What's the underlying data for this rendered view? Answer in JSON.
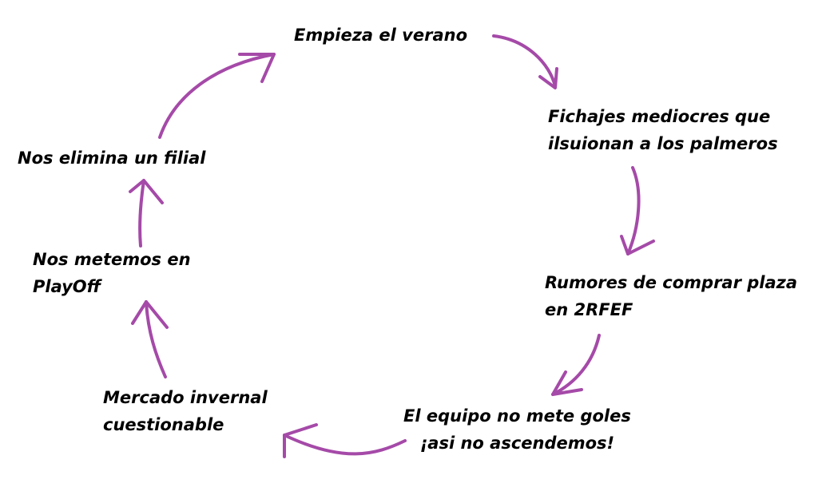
{
  "diagram": {
    "type": "cycle",
    "arrow_color": "#a54aa8",
    "text_color": "#000000",
    "steps": [
      {
        "lines": [
          "Empieza el verano"
        ]
      },
      {
        "lines": [
          "Fichajes mediocres que",
          "ilsuionan a los palmeros"
        ]
      },
      {
        "lines": [
          "Rumores de comprar plaza",
          "en 2RFEF"
        ]
      },
      {
        "lines": [
          "El equipo no mete goles",
          "¡asi no ascendemos!"
        ]
      },
      {
        "lines": [
          "Mercado invernal",
          "cuestionable"
        ]
      },
      {
        "lines": [
          "Nos metemos en",
          "PlayOff"
        ]
      },
      {
        "lines": [
          "Nos elimina un filial"
        ]
      }
    ]
  }
}
